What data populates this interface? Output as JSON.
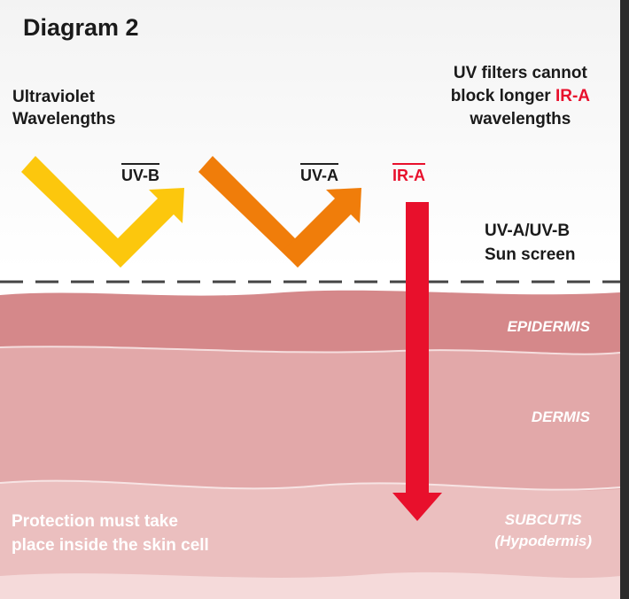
{
  "title": "Diagram 2",
  "uv_heading": [
    "Ultraviolet",
    "Wavelengths"
  ],
  "ir_note": {
    "line1": "UV filters cannot",
    "line2_pre": "block longer ",
    "line2_highlight": "IR-A",
    "line3": "wavelengths"
  },
  "rays": {
    "uvb": "UV-B",
    "uva": "UV-A",
    "ira": "IR-A"
  },
  "sunscreen": [
    "UV-A/UV-B",
    "Sun screen"
  ],
  "layers": {
    "epidermis": "EPIDERMIS",
    "dermis": "DERMIS",
    "subcutis": "SUBCUTIS",
    "subcutis_sub": "(Hypodermis)"
  },
  "protection_note": [
    "Protection must take",
    "place inside the skin cell"
  ],
  "colors": {
    "uvb": "#fcc70d",
    "uva": "#f07d0a",
    "ira": "#e8102c",
    "epidermis": "#d5888a",
    "dermis": "#e2a8a9",
    "subcutis": "#ebbfbf"
  }
}
